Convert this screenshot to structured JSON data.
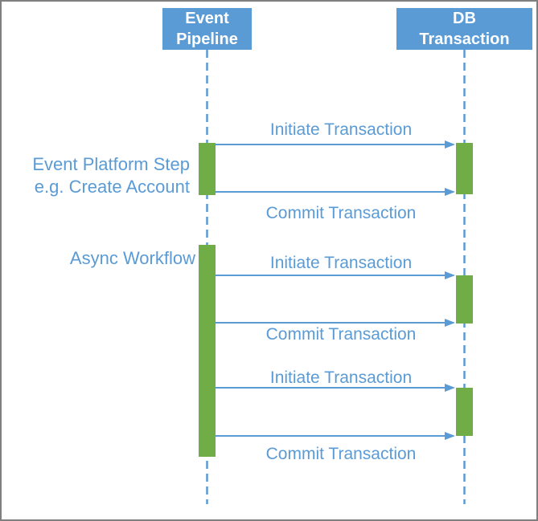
{
  "colors": {
    "accent_blue": "#5b9bd5",
    "bar_green": "#70ad47",
    "frame_gray": "#7f7f7f",
    "background": "#ffffff"
  },
  "actors": [
    {
      "id": "event-pipeline",
      "line1": "Event",
      "line2": "Pipeline"
    },
    {
      "id": "db-transaction",
      "line1": "DB",
      "line2": "Transaction"
    }
  ],
  "side_labels": {
    "step_line1": "Event Platform Step",
    "step_line2": "e.g. Create Account",
    "workflow": "Async Workflow"
  },
  "messages": [
    {
      "label": "Initiate Transaction"
    },
    {
      "label": "Commit Transaction"
    },
    {
      "label": "Initiate Transaction"
    },
    {
      "label": "Commit Transaction"
    },
    {
      "label": "Initiate Transaction"
    },
    {
      "label": "Commit Transaction"
    }
  ]
}
